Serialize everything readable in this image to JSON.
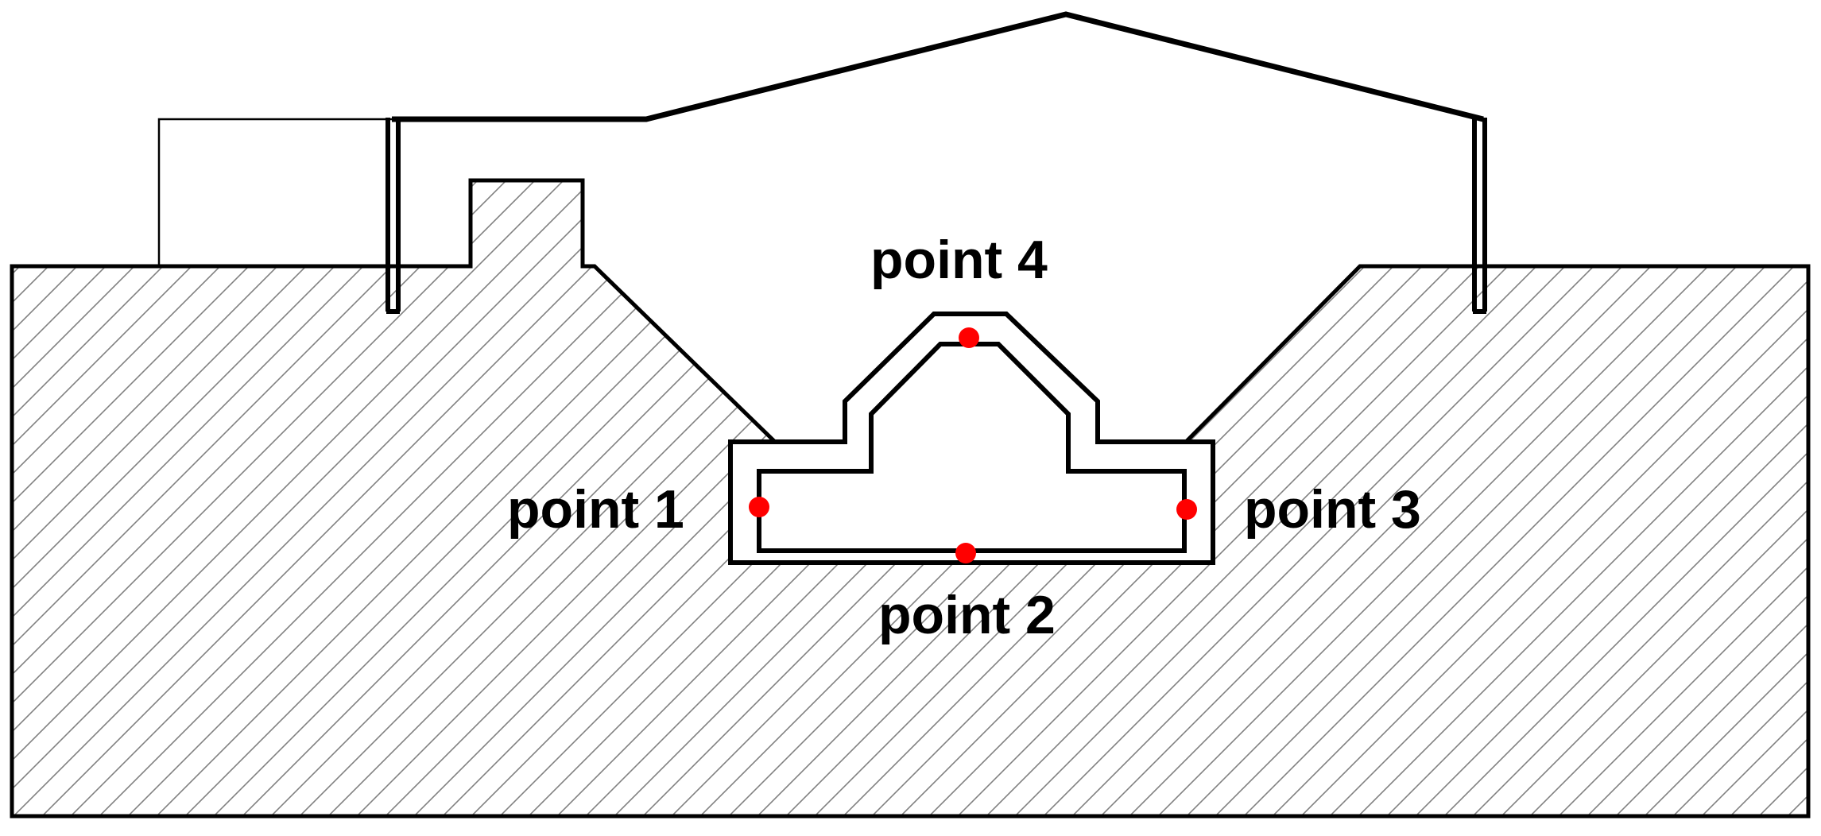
{
  "diagram": {
    "measurement_points": [
      {
        "id": "point-1",
        "label": "point 1"
      },
      {
        "id": "point-2",
        "label": "point 2"
      },
      {
        "id": "point-3",
        "label": "point 3"
      },
      {
        "id": "point-4",
        "label": "point 4"
      }
    ],
    "colors": {
      "outline": "#000000",
      "hatch": "#808080",
      "marker": "#ff0000",
      "background": "#ffffff"
    }
  }
}
